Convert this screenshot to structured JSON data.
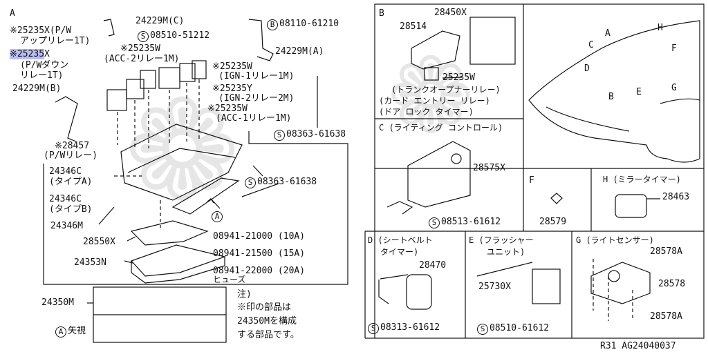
{
  "figure_code": "R31  AG24040037",
  "panels": {
    "A": {
      "letter": "A",
      "labels": {
        "p24229mc": "24229M(C)",
        "p25235x_pw": "※25235X(P/W",
        "appuri": "アップリレー1T)",
        "p08510_51212": "08510-51212",
        "p08110_61210": "08110-61210",
        "p25235w_a": "※25235W",
        "acc2": "(ACC-2リレー1M)",
        "p25235x_hl": "※25235",
        "p25235x_hl_x": "X",
        "pw_down": "(P/Wダウン",
        "relay1t": "リレー1T)",
        "p24229ma": "24229M(A)",
        "p25235w_b": "※25235W",
        "ign1": "(IGN-1リレー1M)",
        "p24229mb": "24229M(B)",
        "p25235y": "※25235Y",
        "ign2": "(IGN-2リレー2M)",
        "p25235w_c": "※25235W",
        "acc1": "(ACC-1リレー1M)",
        "p08363_61638a": "08363-61638",
        "p28457": "※28457",
        "pw_relay": "(P/Wリレー)",
        "p24346c_a": "24346C",
        "typea": "(タイプA)",
        "p24346c_b": "24346C",
        "typeb": "(タイプB)",
        "p24346m": "24346M",
        "p08363_61638b": "08363-61638",
        "view_a": "A",
        "p28550x": "28550X",
        "p08941_21000": "08941-21000 (10A)",
        "p08941_21500": "08941-21500 (15A)",
        "p08941_22000": "08941-22000 (20A)",
        "fuse": "ヒューズ",
        "p24353n": "24353N",
        "p24350m": "24350M",
        "arrow_label": "A",
        "arrow_view": "矢視",
        "note1": "注)",
        "note2": "※印の部品は",
        "note3": "24350Mを構成",
        "note4": "する部品です。"
      }
    },
    "B": {
      "letter": "B",
      "labels": {
        "p28450x": "28450X",
        "p28514": "28514",
        "p25235w": "25235W",
        "trunk": "(トランクオープナーリレー)",
        "card": "(カード エントリー リレー)",
        "door": "(ドア ロック タイマー)"
      }
    },
    "C": {
      "title": "C (ライティング コントロール)",
      "labels": {
        "p28575x": "28575X",
        "p08513_61612": "08513-61612"
      }
    },
    "car": {
      "labels": {
        "A": "A",
        "B": "B",
        "C": "C",
        "D": "D",
        "E": "E",
        "F": "F",
        "G": "G",
        "H": "H"
      }
    },
    "F": {
      "letter": "F",
      "labels": {
        "p28579": "28579"
      }
    },
    "H": {
      "title": "H (ミラータイマー)",
      "labels": {
        "p28463": "28463"
      }
    },
    "D": {
      "title1": "D (シートベルト",
      "title2": "タイマー)",
      "labels": {
        "p28470": "28470",
        "p08313_61612": "08313-61612"
      }
    },
    "E": {
      "title1": "E (フラッシャー",
      "title2": "ユニット)",
      "labels": {
        "p25730x": "25730X",
        "p08510_61612": "08510-61612"
      }
    },
    "G": {
      "title": "G (ライトセンサー)",
      "labels": {
        "p28578a_top": "28578A",
        "p28578": "28578",
        "p28578a_bot": "28578A"
      }
    }
  },
  "symbols": {
    "screw": "S",
    "bolt": "B"
  }
}
